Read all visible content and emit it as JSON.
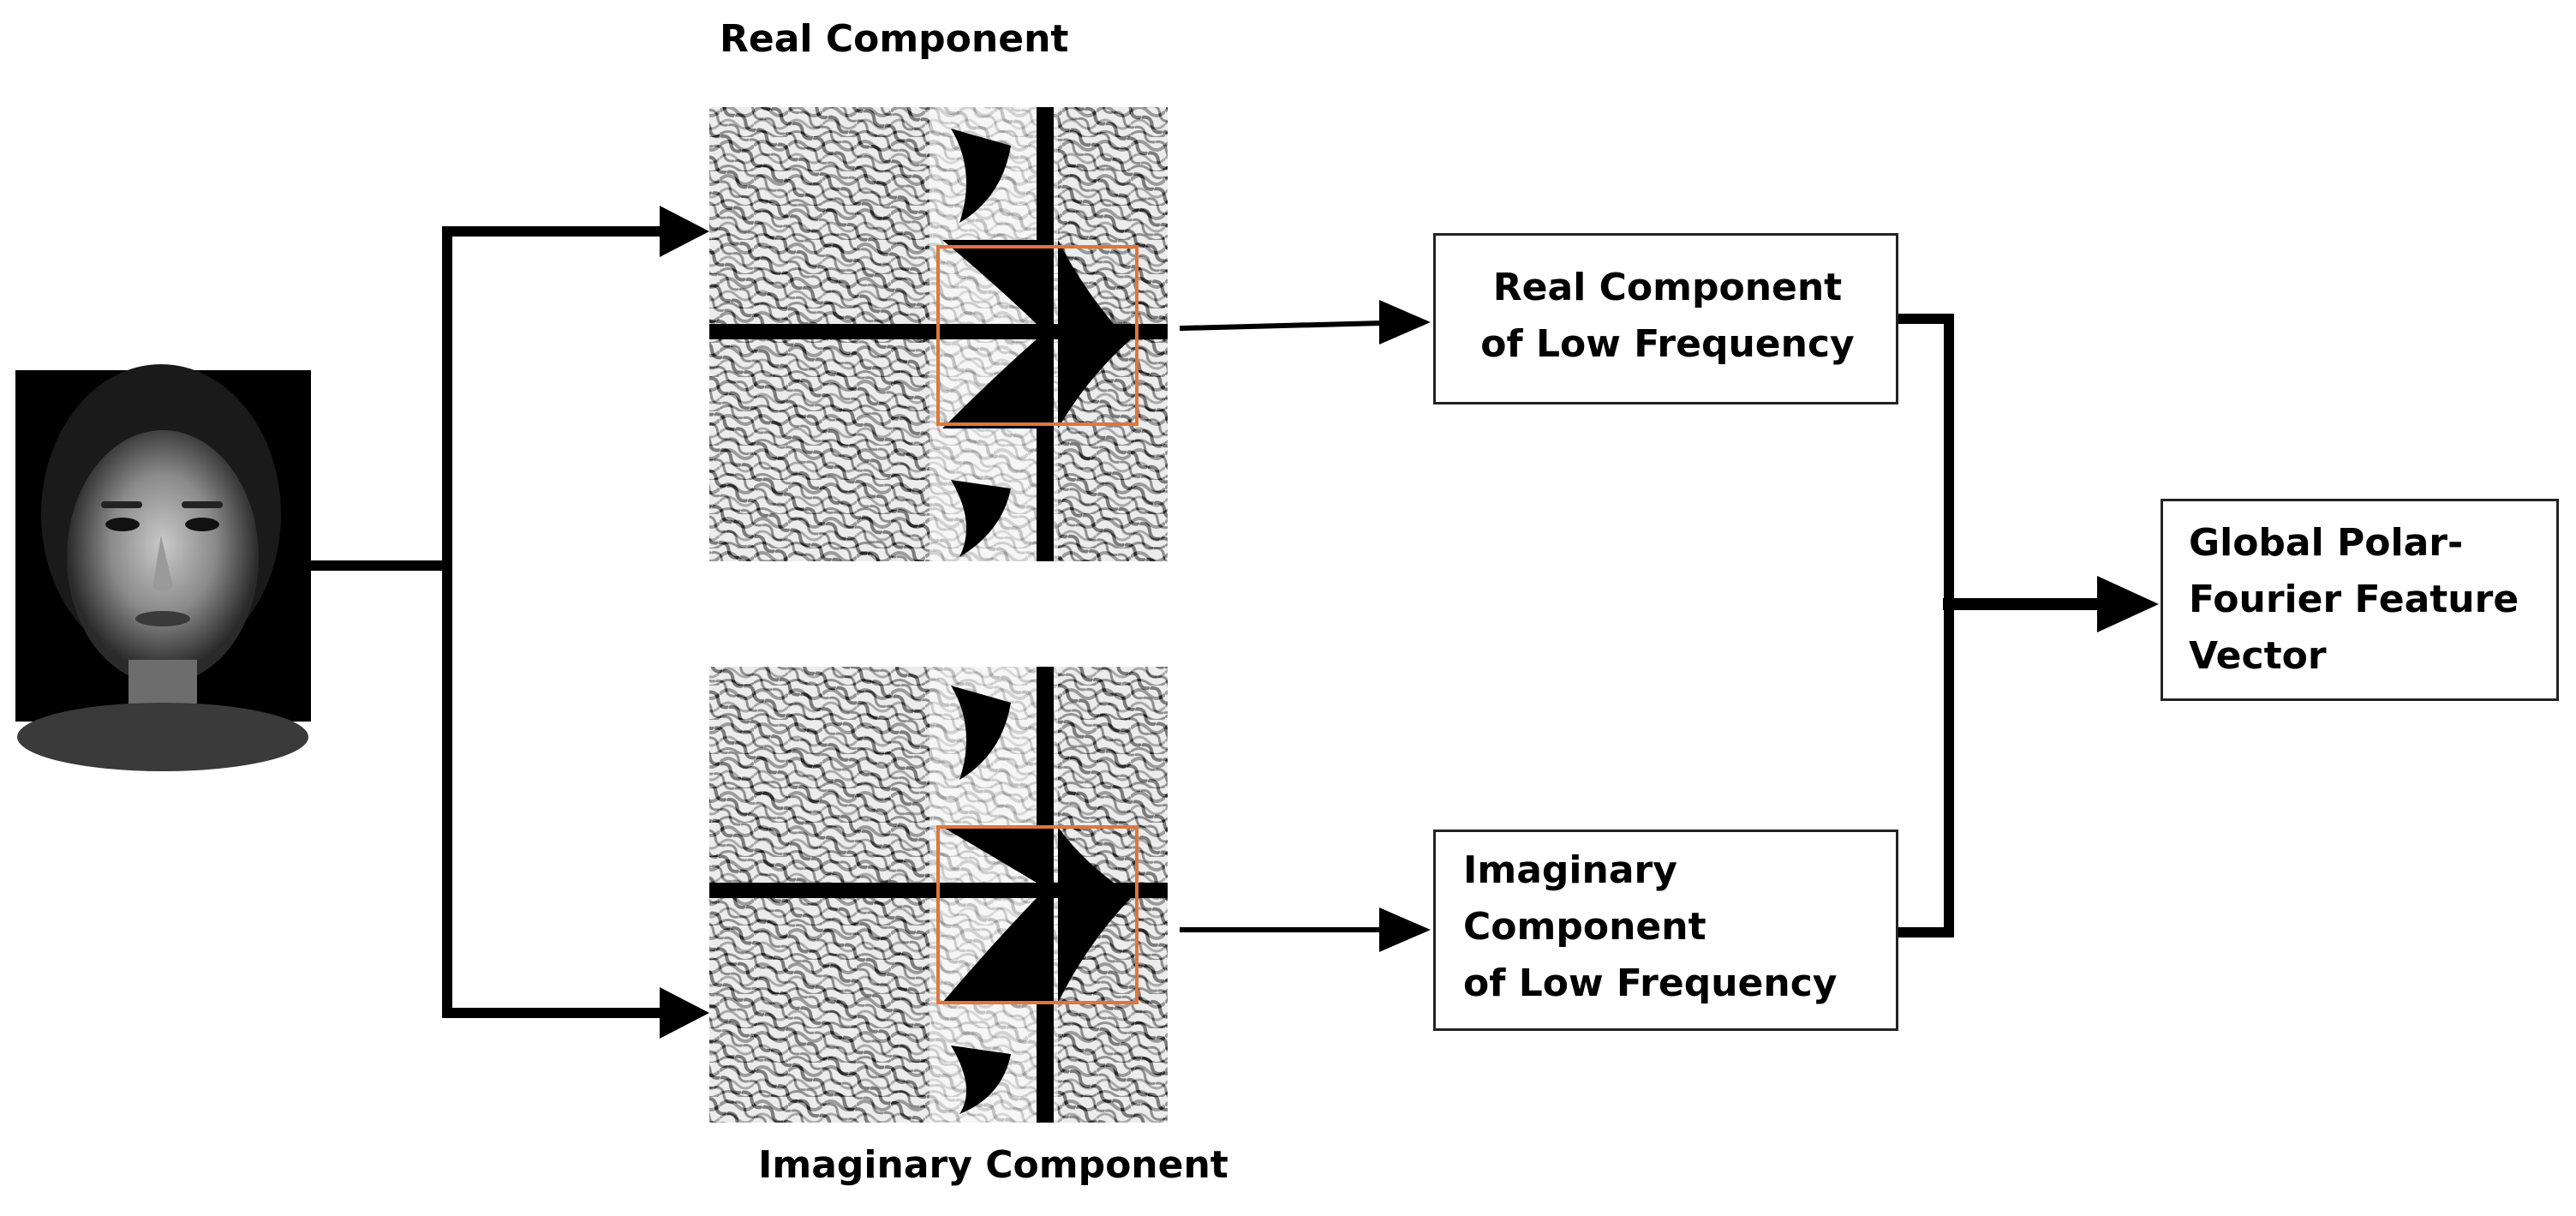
{
  "labels": {
    "real_component": "Real Component",
    "imaginary_component": "Imaginary Component"
  },
  "boxes": {
    "real_low": "Real Component\nof Low Frequency",
    "imag_low": "Imaginary\nComponent\nof Low Frequency",
    "feature_vector": "Global Polar-\nFourier Feature\nVector"
  },
  "colors": {
    "line": "#000000",
    "highlight": "#e0763a",
    "face_bg": "#000000"
  },
  "icons": {
    "face": "face-photo",
    "spectrum": "fourier-phase-pattern"
  }
}
